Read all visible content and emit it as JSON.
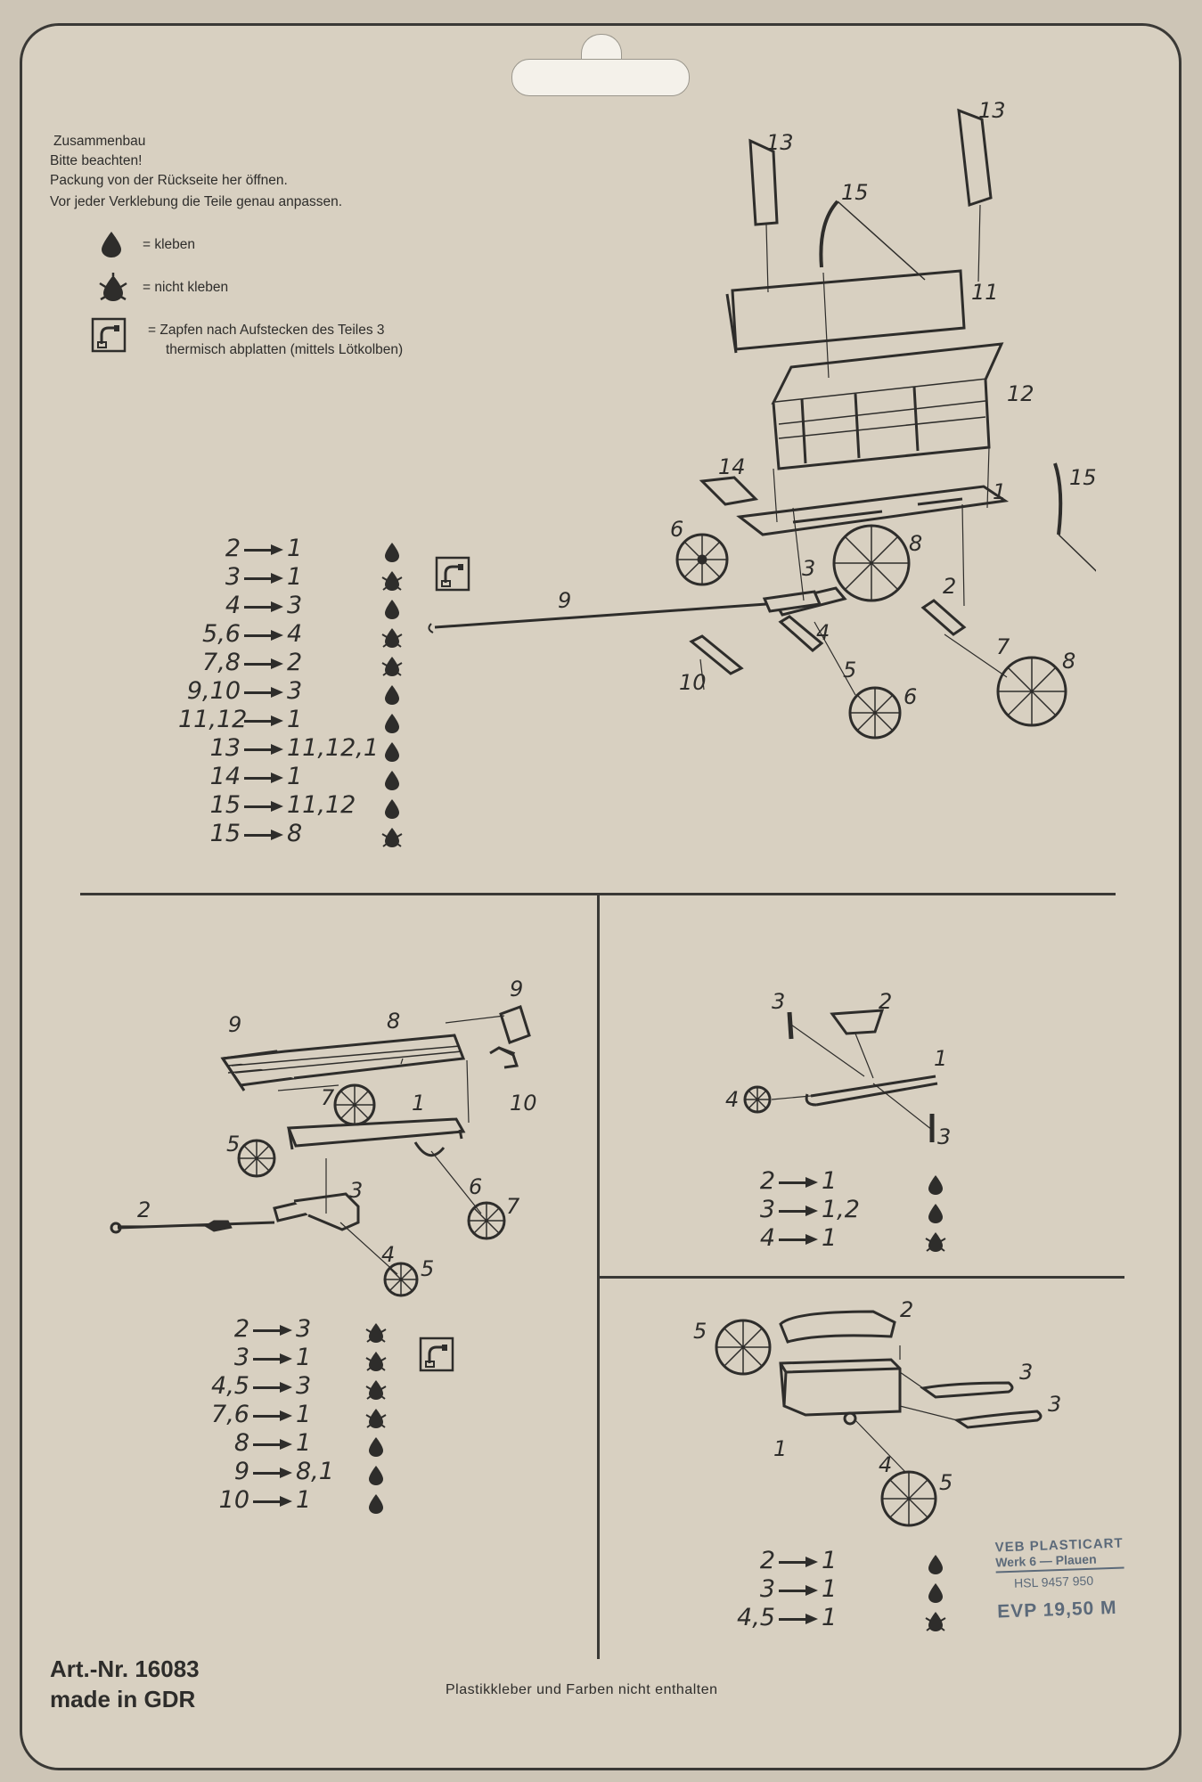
{
  "header": {
    "line1": "Zusammenbau",
    "line2": "Bitte beachten!",
    "line3": "Packung von der Rückseite her öffnen.",
    "line4": "Vor jeder Verklebung die Teile genau anpassen."
  },
  "legend": {
    "glue": "= kleben",
    "no_glue": "= nicht kleben",
    "heat": "= Zapfen nach Aufstecken des Teiles 3",
    "heat2": "thermisch abplatten (mittels Lötkolben)"
  },
  "steps_top": [
    {
      "from": "2",
      "to": "1",
      "sym": "glue"
    },
    {
      "from": "3",
      "to": "1",
      "sym": "no-glue",
      "heat": true
    },
    {
      "from": "4",
      "to": "3",
      "sym": "glue"
    },
    {
      "from": "5,6",
      "to": "4",
      "sym": "no-glue"
    },
    {
      "from": "7,8",
      "to": "2",
      "sym": "no-glue"
    },
    {
      "from": "9,10",
      "to": "3",
      "sym": "glue"
    },
    {
      "from": "11,12",
      "to": "1",
      "sym": "glue"
    },
    {
      "from": "13",
      "to": "11,12,1",
      "sym": "glue"
    },
    {
      "from": "14",
      "to": "1",
      "sym": "glue"
    },
    {
      "from": "15",
      "to": "11,12",
      "sym": "glue"
    },
    {
      "from": "15",
      "to": "8",
      "sym": "no-glue"
    }
  ],
  "steps_left": [
    {
      "from": "2",
      "to": "3",
      "sym": "no-glue"
    },
    {
      "from": "3",
      "to": "1",
      "sym": "no-glue",
      "heat": true
    },
    {
      "from": "4,5",
      "to": "3",
      "sym": "no-glue"
    },
    {
      "from": "7,6",
      "to": "1",
      "sym": "no-glue"
    },
    {
      "from": "8",
      "to": "1",
      "sym": "glue"
    },
    {
      "from": "9",
      "to": "8,1",
      "sym": "glue"
    },
    {
      "from": "10",
      "to": "1",
      "sym": "glue"
    }
  ],
  "steps_right_top": [
    {
      "from": "2",
      "to": "1",
      "sym": "glue"
    },
    {
      "from": "3",
      "to": "1,2",
      "sym": "glue"
    },
    {
      "from": "4",
      "to": "1",
      "sym": "no-glue"
    }
  ],
  "steps_right_bottom": [
    {
      "from": "2",
      "to": "1",
      "sym": "glue"
    },
    {
      "from": "3",
      "to": "1",
      "sym": "glue"
    },
    {
      "from": "4,5",
      "to": "1",
      "sym": "no-glue"
    }
  ],
  "part_labels": {
    "top": [
      "13",
      "13",
      "15",
      "11",
      "12",
      "14",
      "1",
      "15",
      "6",
      "3",
      "8",
      "9",
      "2",
      "4",
      "7",
      "8",
      "10",
      "5",
      "6"
    ],
    "left": [
      "9",
      "8",
      "9",
      "7",
      "1",
      "10",
      "5",
      "3",
      "6",
      "7",
      "2",
      "4",
      "5"
    ],
    "right_top": [
      "3",
      "2",
      "1",
      "4",
      "3"
    ],
    "right_bottom": [
      "5",
      "2",
      "3",
      "3",
      "1",
      "4",
      "5"
    ]
  },
  "footer": {
    "art_nr": "Art.-Nr. 16083",
    "made_in": "made in GDR",
    "note": "Plastikkleber und Farben nicht enthalten"
  },
  "stamp": {
    "company": "VEB PLASTICART",
    "plant": "Werk 6 — Plauen",
    "hsl": "HSL 9457 950",
    "price": "EVP 19,50 M"
  }
}
